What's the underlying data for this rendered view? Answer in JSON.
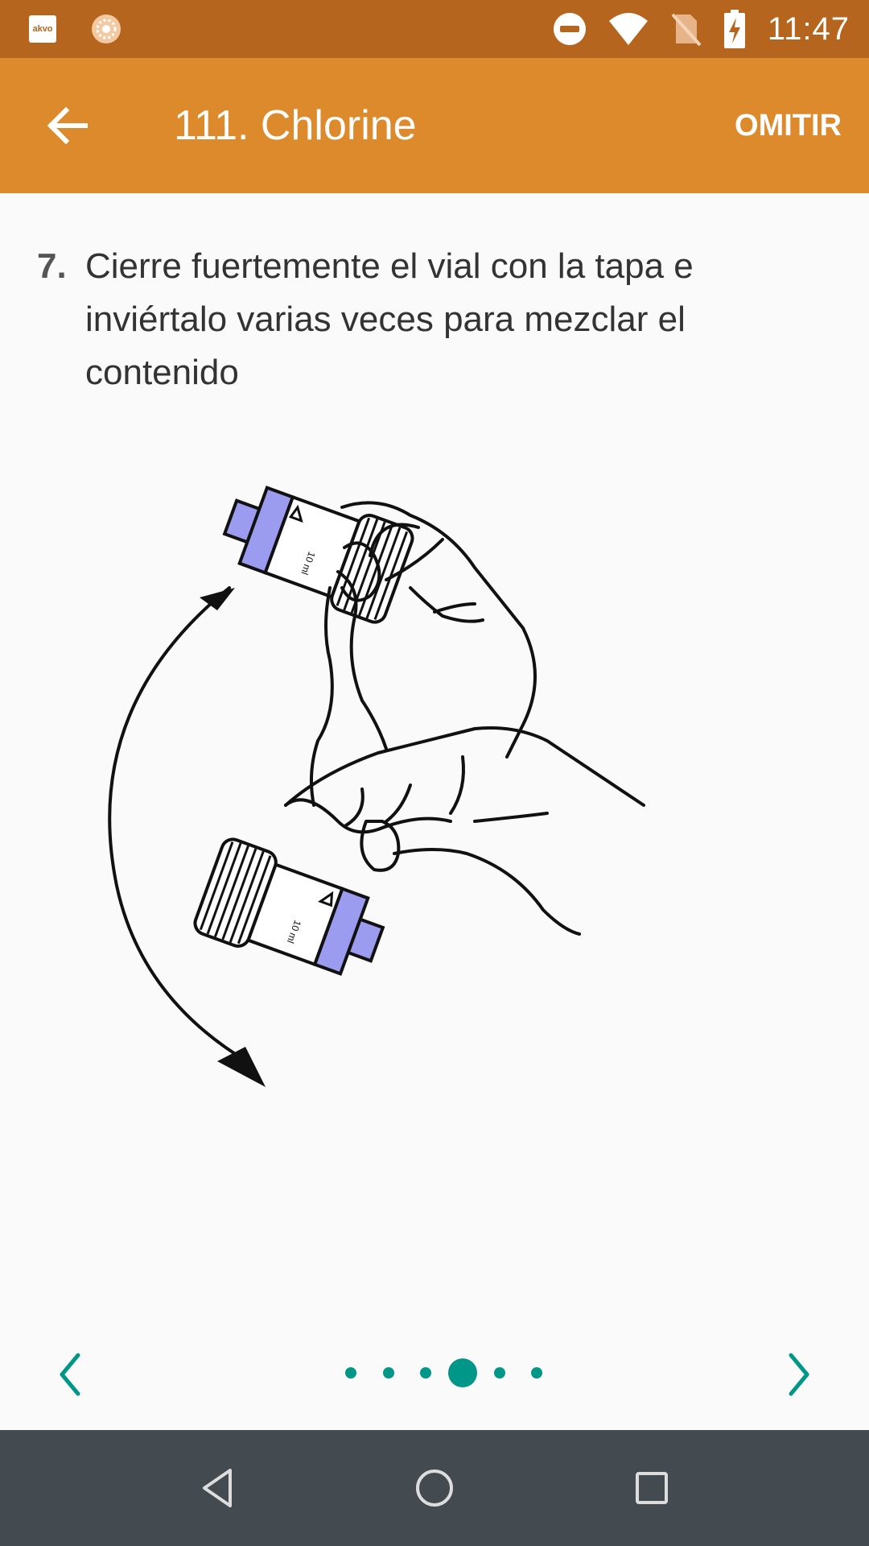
{
  "status_bar": {
    "time": "11:47",
    "icons": [
      "akvo-app-icon",
      "sun-app-icon",
      "do-not-disturb-icon",
      "wifi-icon",
      "no-sim-icon",
      "battery-charging-icon"
    ],
    "akvo_label": "akvo"
  },
  "app_bar": {
    "title": "111. Chlorine",
    "skip_label": "OMITIR",
    "back_icon": "arrow-back-icon"
  },
  "instruction": {
    "number": "7.",
    "text": "Cierre fuertemente el vial con la tapa e inviértalo varias veces para mezclar el contenido"
  },
  "illustration": {
    "icon": "invert-vial-illustration",
    "cap_color": "#9b9bef"
  },
  "pager": {
    "prev_icon": "chevron-left-icon",
    "next_icon": "chevron-right-icon",
    "total_pages": 6,
    "current_page": 4,
    "accent_color": "#009688"
  },
  "nav_bar": {
    "icons": [
      "back-triangle-icon",
      "home-circle-icon",
      "recents-square-icon"
    ]
  },
  "colors": {
    "status_bar": "#b5651d",
    "app_bar": "#dc8a2c",
    "background": "#fafafa",
    "nav_bar": "#434b51"
  }
}
